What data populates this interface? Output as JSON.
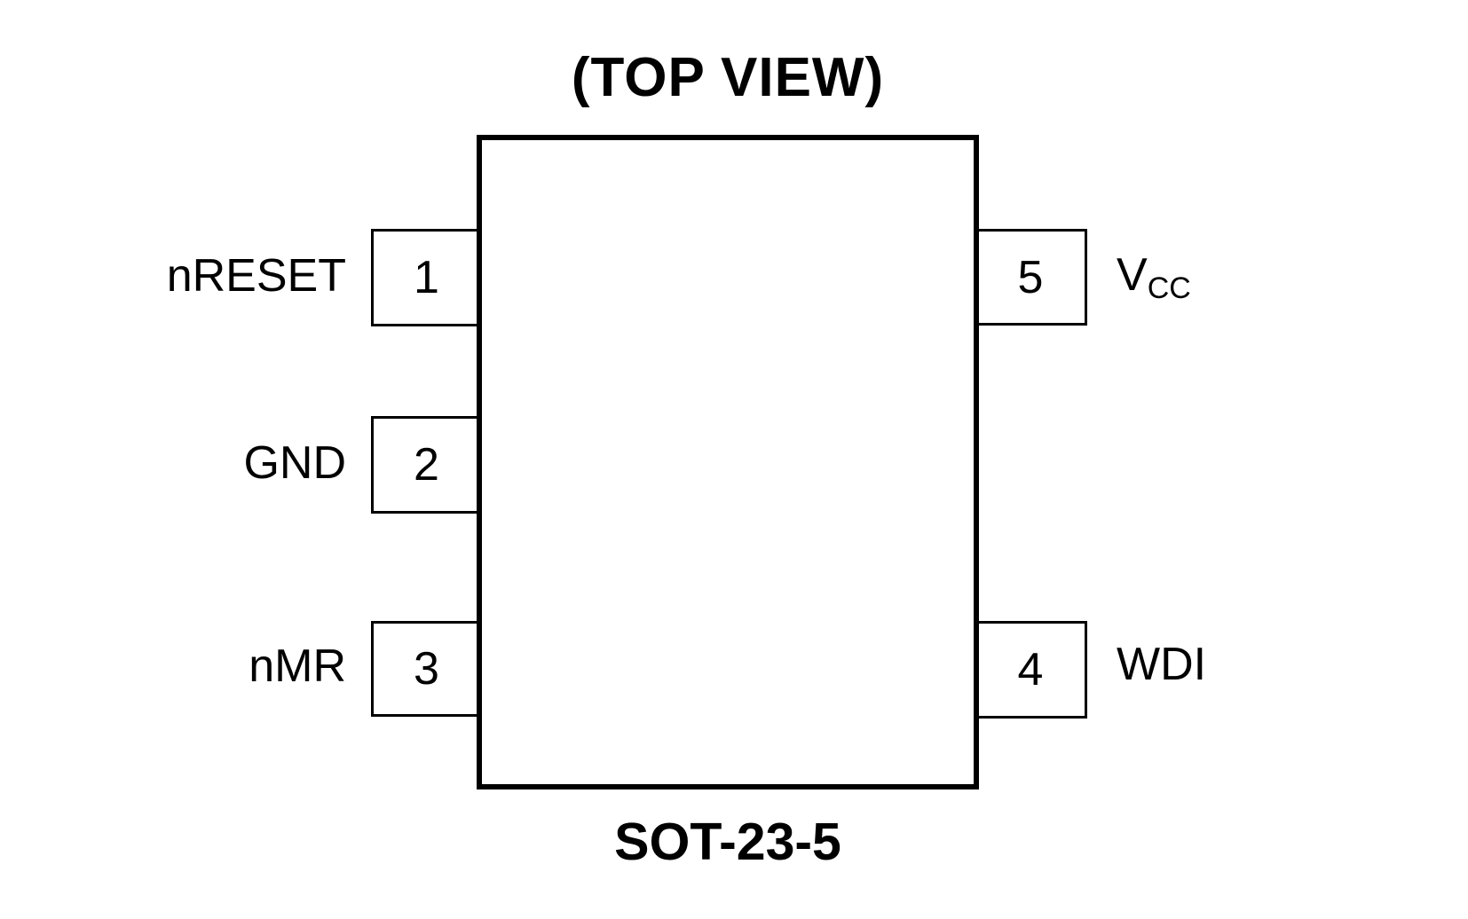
{
  "diagram": {
    "title": "(TOP VIEW)",
    "package_label": "SOT-23-5",
    "colors": {
      "line": "#000000",
      "background": "#ffffff"
    },
    "pins": {
      "left": [
        {
          "number": "1",
          "label": "nRESET"
        },
        {
          "number": "2",
          "label": "GND"
        },
        {
          "number": "3",
          "label": "nMR"
        }
      ],
      "right": [
        {
          "number": "5",
          "label_main": "V",
          "label_sub": "CC"
        },
        {
          "number": "4",
          "label_main": "WDI",
          "label_sub": ""
        }
      ]
    }
  }
}
